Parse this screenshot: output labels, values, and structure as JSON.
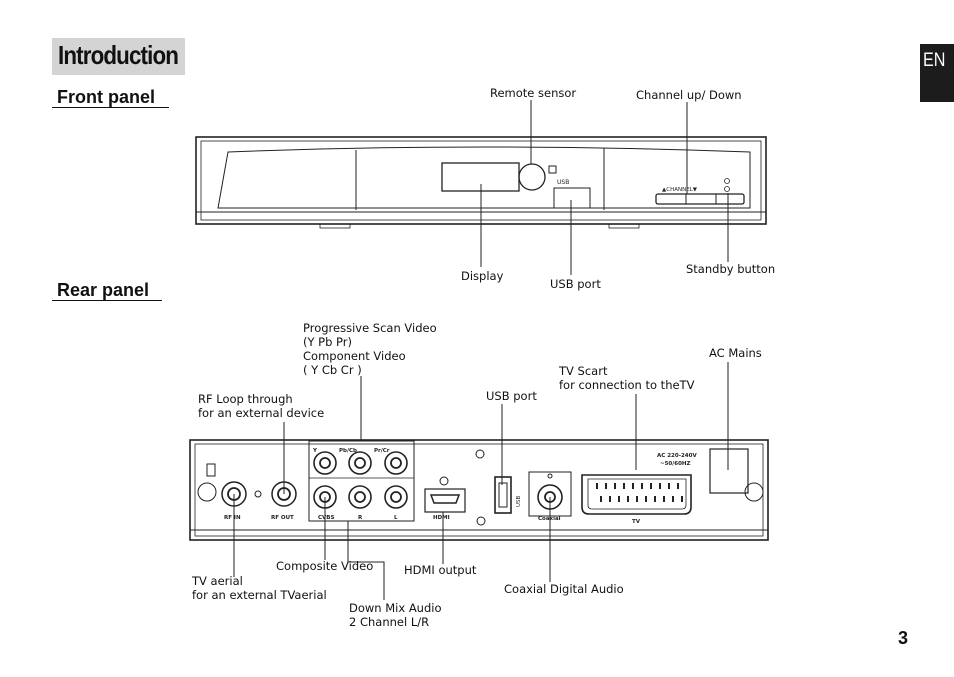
{
  "heading": {
    "title": "Introduction",
    "language_tab": "EN",
    "page_number": "3"
  },
  "front_panel": {
    "section_title": "Front panel",
    "device_text": {
      "channel": "▲CHANNEL▼",
      "usb": "USB"
    },
    "callouts": {
      "remote_sensor": "Remote sensor",
      "channel_up_down": "Channel up/ Down",
      "display": "Display",
      "usb_port": "USB port",
      "standby_button": "Standby button"
    }
  },
  "rear_panel": {
    "section_title": "Rear panel",
    "device_text": {
      "y": "Y",
      "pb_cb": "Pb/Cb",
      "pr_cr": "Pr/Cr",
      "cvbs": "CVBS",
      "r": "R",
      "l": "L",
      "hdmi": "HDMI",
      "usb": "USB",
      "coaxial": "Coaxial",
      "rf_in": "RF IN",
      "rf_out": "RF OUT",
      "tv": "TV",
      "ac_rating_1": "AC 220-240V",
      "ac_rating_2": "~50/60HZ"
    },
    "callouts": {
      "component_video": [
        "Progressive Scan Video",
        "(Y Pb Pr)",
        "Component Video",
        "( Y Cb Cr )"
      ],
      "rf_loop": [
        "RF Loop through",
        "for an external device"
      ],
      "usb_port": "USB port",
      "tv_scart": [
        "TV Scart",
        "for connection to theTV"
      ],
      "ac_mains": "AC Mains",
      "composite_video": "Composite Video",
      "hdmi_output": "HDMI output",
      "tv_aerial": [
        "TV aerial",
        "for an external TVaerial"
      ],
      "coaxial_digital_audio": "Coaxial Digital Audio",
      "down_mix_audio": [
        "Down Mix Audio",
        "2 Channel L/R"
      ]
    }
  }
}
